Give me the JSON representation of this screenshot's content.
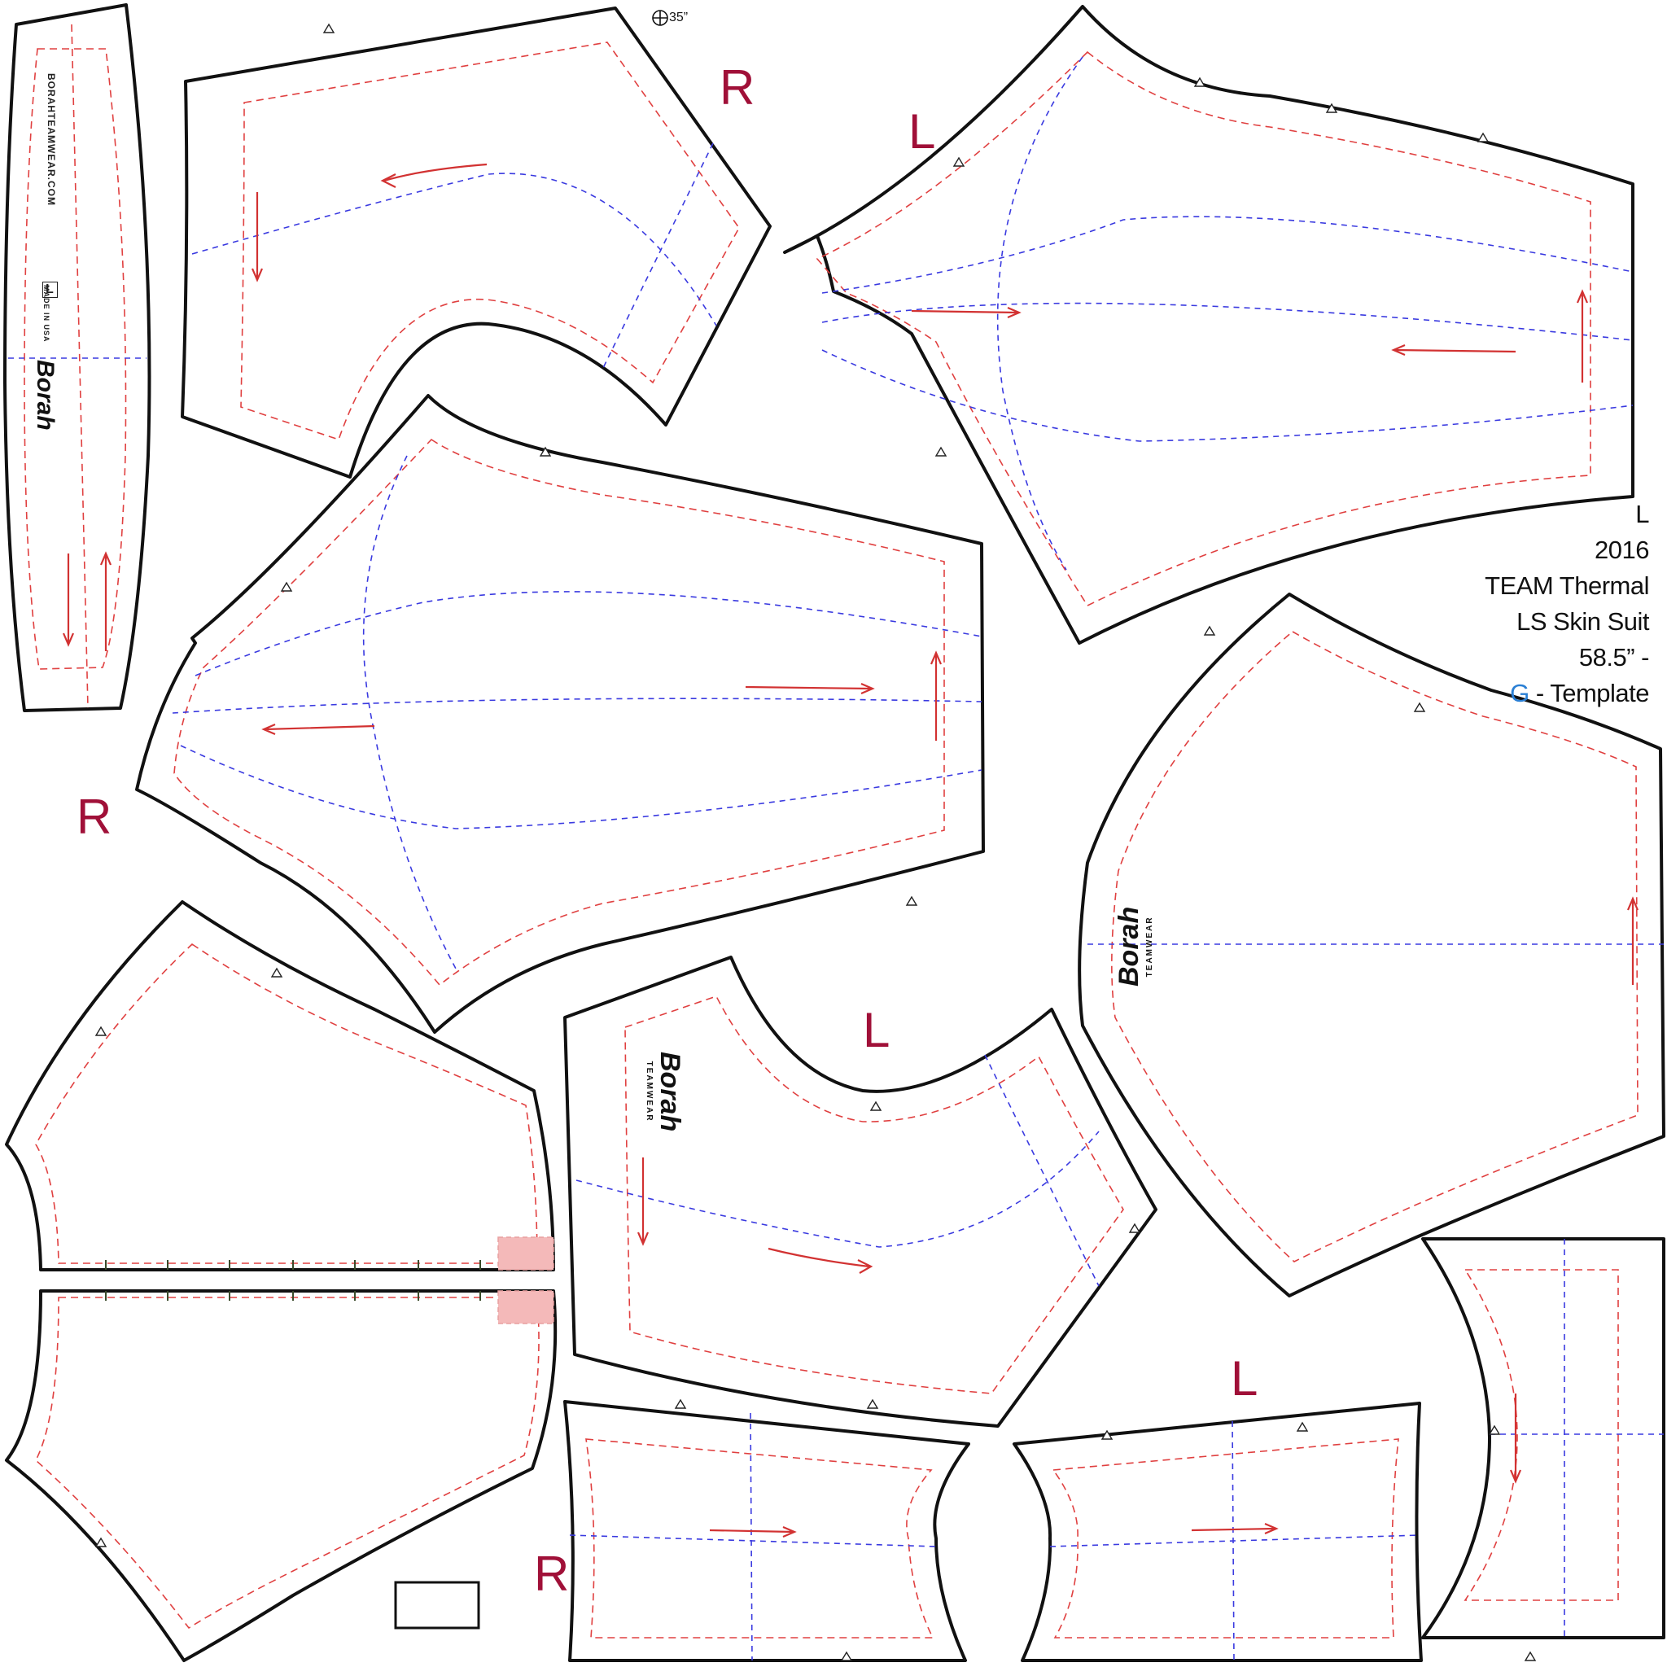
{
  "template_info": {
    "size_label": "L",
    "year": "2016",
    "line1": "TEAM Thermal",
    "line2": "LS Skin Suit",
    "line3": "58.5” -",
    "letter": "G",
    "suffix": "- Template"
  },
  "registration_label": "35”",
  "side_labels": {
    "r_top": "R",
    "l_top": "L",
    "r_mid": "R",
    "l_mid": "L",
    "l_bottom": "L",
    "r_bottom": "R"
  },
  "brand": {
    "name": "Borah",
    "subname": "TEAMWEAR",
    "website": "BORAHTEAMWEAR.COM",
    "made_in": "MADE IN USA",
    "size_tag": "L"
  },
  "colors": {
    "cut_line": "#111111",
    "seam_line": "#e04040",
    "guide_line": "#3a3ae0",
    "side_label": "#a01038",
    "template_letter": "#2a7fd4",
    "marker": "#f4b9b9"
  },
  "icons": {
    "registration_mark": "crosshair-circle-icon",
    "grain_arrow": "arrow-icon",
    "notch": "triangle-notch-icon"
  }
}
